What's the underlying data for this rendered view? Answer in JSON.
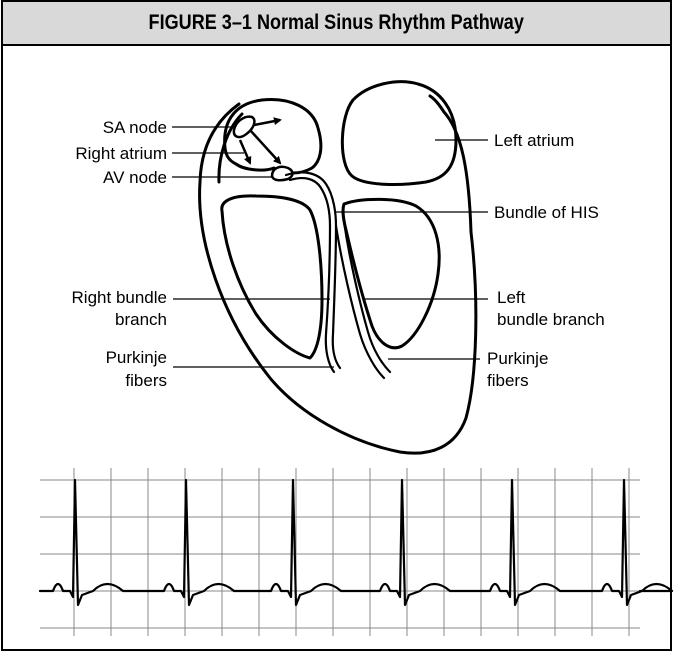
{
  "figure": {
    "title": "FIGURE 3–1  Normal Sinus Rhythm Pathway"
  },
  "labels": {
    "sa_node": "SA node",
    "right_atrium": "Right atrium",
    "av_node": "AV node",
    "right_bundle_branch": [
      "Right bundle",
      "branch"
    ],
    "purkinje_left_side": [
      "Purkinje",
      "fibers"
    ],
    "left_atrium": "Left atrium",
    "bundle_of_his": "Bundle of HIS",
    "left_bundle_branch": [
      "Left",
      "bundle branch"
    ],
    "purkinje_right_side": [
      "Purkinje",
      "fibers"
    ]
  },
  "colors": {
    "header_background": "#d9d9d9",
    "line": "#000000",
    "grid": "#888888"
  },
  "ecg_strip": {
    "rhythm": "normal sinus rhythm",
    "beats": 6
  }
}
